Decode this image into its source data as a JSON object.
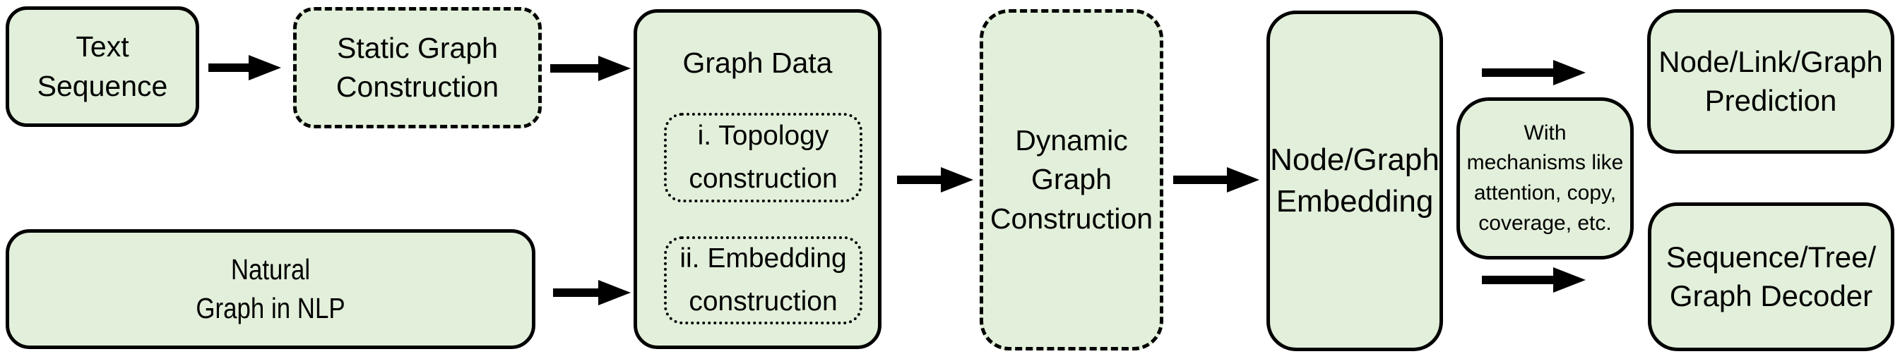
{
  "colors": {
    "box_fill": "#e2efda",
    "box_border": "#000000",
    "arrow": "#000000",
    "text": "#000000",
    "background": "#ffffff"
  },
  "nodes": {
    "text_sequence": {
      "label": "Text\nSequence"
    },
    "static_graph_construction": {
      "label": "Static Graph\nConstruction"
    },
    "graph_data": {
      "title": "Graph Data",
      "topology": "i. Topology\nconstruction",
      "embedding": "ii. Embedding\nconstruction"
    },
    "natural_graph": {
      "label": "Natural\nGraph in NLP"
    },
    "dynamic_graph_construction": {
      "label": "Dynamic\nGraph\nConstruction"
    },
    "node_graph_embedding": {
      "label": "Node/Graph\nEmbedding"
    },
    "with_mechanisms": {
      "label": "With\nmechanisms like\nattention, copy,\ncoverage, etc."
    },
    "node_link_graph_prediction": {
      "label": "Node/Link/Graph\nPrediction"
    },
    "sequence_tree_graph_decoder": {
      "label": "Sequence/Tree/\nGraph Decoder"
    }
  }
}
